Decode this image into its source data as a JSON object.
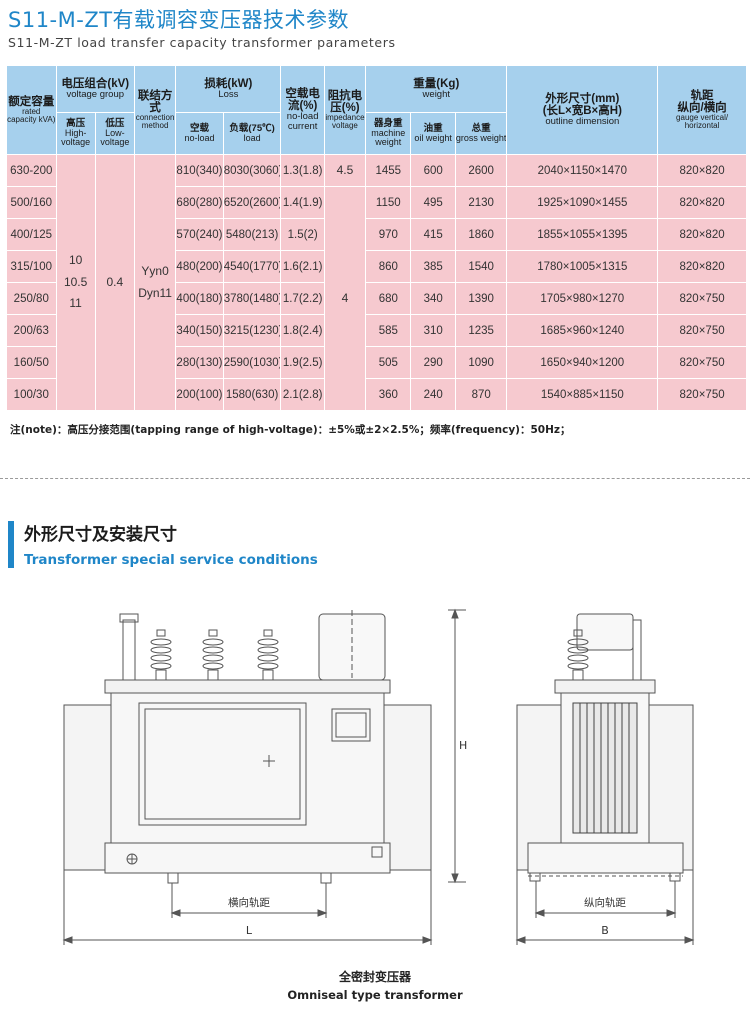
{
  "header": {
    "title_cn": "S11-M-ZT有载调容变压器技术参数",
    "title_en": "S11-M-ZT load transfer capacity transformer parameters"
  },
  "table": {
    "head": {
      "capacity_cn": "额定容量",
      "capacity_en": "rated capacity kVA)",
      "voltage_group_cn": "电压组合(kV)",
      "voltage_group_en": "voltage group",
      "hv_cn": "高压",
      "hv_en": "High-voltage",
      "lv_cn": "低压",
      "lv_en": "Low-voltage",
      "connection_cn": "联结方式",
      "connection_en": "connection method",
      "loss_cn": "损耗(kW)",
      "loss_en": "Loss",
      "noload_cn": "空载",
      "noload_en": "no-load",
      "load_cn": "负载(75℃)",
      "load_en": "load",
      "noload_current_cn": "空载电流(%)",
      "noload_current_en": "no-load current",
      "impedance_cn": "阻抗电压(%)",
      "impedance_en": "impedance voltage",
      "weight_cn": "重量(Kg)",
      "weight_en": "weight",
      "machine_cn": "器身重",
      "machine_en": "machine weight",
      "oil_cn": "油重",
      "oil_en": "oil weight",
      "gross_cn": "总重",
      "gross_en": "gross weight",
      "dimension_cn": "外形尺寸(mm)",
      "dimension_sub_cn": "(长L×宽B×高H)",
      "dimension_en": "outline dimension",
      "gauge_cn": "轨距",
      "gauge_sub_cn": "纵向/横向",
      "gauge_en": "gauge vertical/ horizontal"
    },
    "merged": {
      "hv_values": "10\n10.5\n11",
      "lv_value": "0.4",
      "connection_values": "Yyn0\nDyn11",
      "impedance_first": "4.5",
      "impedance_rest": "4"
    },
    "rows": [
      {
        "capacity": "630-200",
        "noload_loss": "810(340)",
        "load_loss": "8030(3060)",
        "current": "1.3(1.8)",
        "machine": "1455",
        "oil": "600",
        "gross": "2600",
        "dimension": "2040×1150×1470",
        "gauge": "820×820"
      },
      {
        "capacity": "500/160",
        "noload_loss": "680(280)",
        "load_loss": "6520(2600)",
        "current": "1.4(1.9)",
        "machine": "1150",
        "oil": "495",
        "gross": "2130",
        "dimension": "1925×1090×1455",
        "gauge": "820×820"
      },
      {
        "capacity": "400/125",
        "noload_loss": "570(240)",
        "load_loss": "5480(213)",
        "current": "1.5(2)",
        "machine": "970",
        "oil": "415",
        "gross": "1860",
        "dimension": "1855×1055×1395",
        "gauge": "820×820"
      },
      {
        "capacity": "315/100",
        "noload_loss": "480(200)",
        "load_loss": "4540(1770)",
        "current": "1.6(2.1)",
        "machine": "860",
        "oil": "385",
        "gross": "1540",
        "dimension": "1780×1005×1315",
        "gauge": "820×820"
      },
      {
        "capacity": "250/80",
        "noload_loss": "400(180)",
        "load_loss": "3780(1480)",
        "current": "1.7(2.2)",
        "machine": "680",
        "oil": "340",
        "gross": "1390",
        "dimension": "1705×980×1270",
        "gauge": "820×750"
      },
      {
        "capacity": "200/63",
        "noload_loss": "340(150)",
        "load_loss": "3215(1230)",
        "current": "1.8(2.4)",
        "machine": "585",
        "oil": "310",
        "gross": "1235",
        "dimension": "1685×960×1240",
        "gauge": "820×750"
      },
      {
        "capacity": "160/50",
        "noload_loss": "280(130)",
        "load_loss": "2590(1030)",
        "current": "1.9(2.5)",
        "machine": "505",
        "oil": "290",
        "gross": "1090",
        "dimension": "1650×940×1200",
        "gauge": "820×750"
      },
      {
        "capacity": "100/30",
        "noload_loss": "200(100)",
        "load_loss": "1580(630)",
        "current": "2.1(2.8)",
        "machine": "360",
        "oil": "240",
        "gross": "870",
        "dimension": "1540×885×1150",
        "gauge": "820×750"
      }
    ]
  },
  "note": "注(note)：高压分接范围(tapping range of high-voltage)：±5%或±2×2.5%；频率(frequency)：50Hz；",
  "section": {
    "title_cn": "外形尺寸及安装尺寸",
    "title_en": "Transformer special service conditions"
  },
  "drawing": {
    "front": {
      "gauge_label": "横向轨距",
      "length_label": "L",
      "height_label": "H"
    },
    "side": {
      "gauge_label": "纵向轨距",
      "width_label": "B"
    }
  },
  "caption": {
    "cn": "全密封变压器",
    "en": "Omniseal type transformer"
  }
}
